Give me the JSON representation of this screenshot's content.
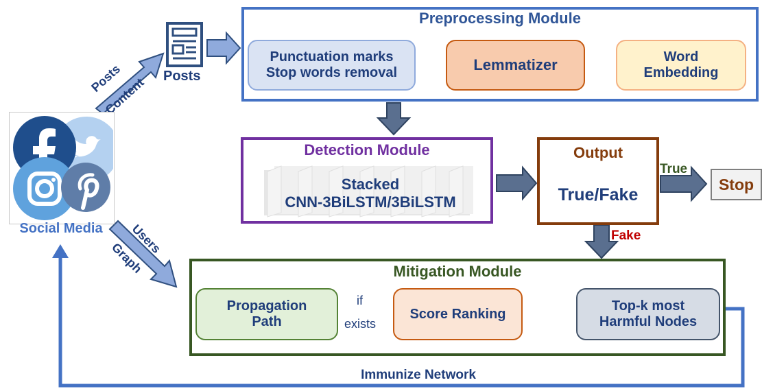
{
  "preprocessing": {
    "title": "Preprocessing Module",
    "step1_line1": "Punctuation marks",
    "step1_line2": "Stop words removal",
    "step2": "Lemmatizer",
    "step3_line1": "Word",
    "step3_line2": "Embedding"
  },
  "posts_label": "Posts",
  "social_media_label": "Social Media",
  "arrow_labels": {
    "posts": "Posts",
    "content": "Content",
    "users": "Users",
    "graph": "Graph",
    "true_label": "True",
    "fake_label": "Fake",
    "if_label": "if",
    "exists_label": "exists",
    "immunize": "Immunize Network"
  },
  "detection": {
    "title": "Detection Module",
    "line1": "Stacked",
    "line2": "CNN-3BiLSTM/3BiLSTM"
  },
  "output": {
    "title": "Output",
    "value": "True/Fake"
  },
  "stop_label": "Stop",
  "mitigation": {
    "title": "Mitigation Module",
    "step1_line1": "Propagation",
    "step1_line2": "Path",
    "step2": "Score Ranking",
    "step3_line1": "Top-k most",
    "step3_line2": "Harmful Nodes"
  },
  "colors": {
    "blue_line": "#4472c4",
    "gray_arrow": "#5a6f8f",
    "purple": "#7030a0",
    "brown": "#843c0c",
    "green": "#385723",
    "red": "#c00000"
  },
  "icons": [
    "facebook-icon",
    "twitter-icon",
    "instagram-icon",
    "pinterest-icon",
    "newspaper-icon"
  ]
}
